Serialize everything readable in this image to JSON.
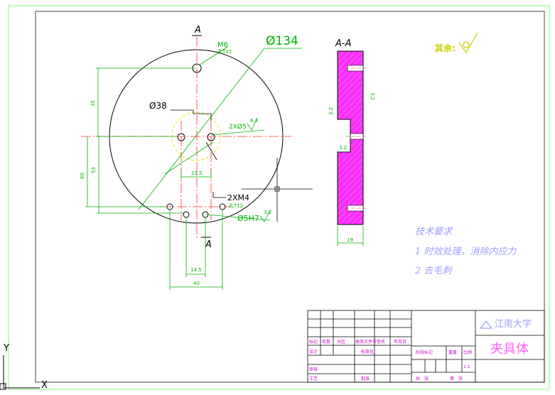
{
  "ucs": {
    "y_label": "Y",
    "x_label": "X"
  },
  "section": {
    "title": "A-A",
    "width_dim": "19",
    "roughness": "3.2"
  },
  "section_marks": {
    "top": "A",
    "bottom": "A"
  },
  "annotations": {
    "outer_dia": "Ø134",
    "thread_top": "M6",
    "thread_top_depth": "孔T12",
    "center_dia": "Ø38",
    "holes_5": "2XØ5",
    "holes_m4": "2XM4",
    "m4_depth": "孔T12",
    "pin_hole": "Ø5H7",
    "ra_63": "6.3",
    "ra_32": "3.2",
    "dim_35": "35",
    "dim_60": "60",
    "dim_53": "53",
    "dim_235": "23.5",
    "dim_14": "14.5",
    "dim_40": "40"
  },
  "remaining": "其余:",
  "tech_req": {
    "title": "技术要求",
    "item1": "1 时效处理，消除内应力",
    "item2": "2 去毛刺"
  },
  "title_block": {
    "university": "江南大学",
    "part_name": "夹具体",
    "scale": "1:1",
    "cells": {
      "mark": "标记",
      "count": "处数",
      "zone": "分区",
      "change_doc": "更改文件号",
      "sign": "签名",
      "date": "年月日",
      "design": "设计",
      "standardize": "标准化",
      "stage_mark": "阶段标记",
      "weight": "重量",
      "ratio": "比例",
      "review": "审核",
      "craft": "工艺",
      "approve": "批准",
      "sheets": "共　张",
      "sheet": "第　张"
    }
  }
}
